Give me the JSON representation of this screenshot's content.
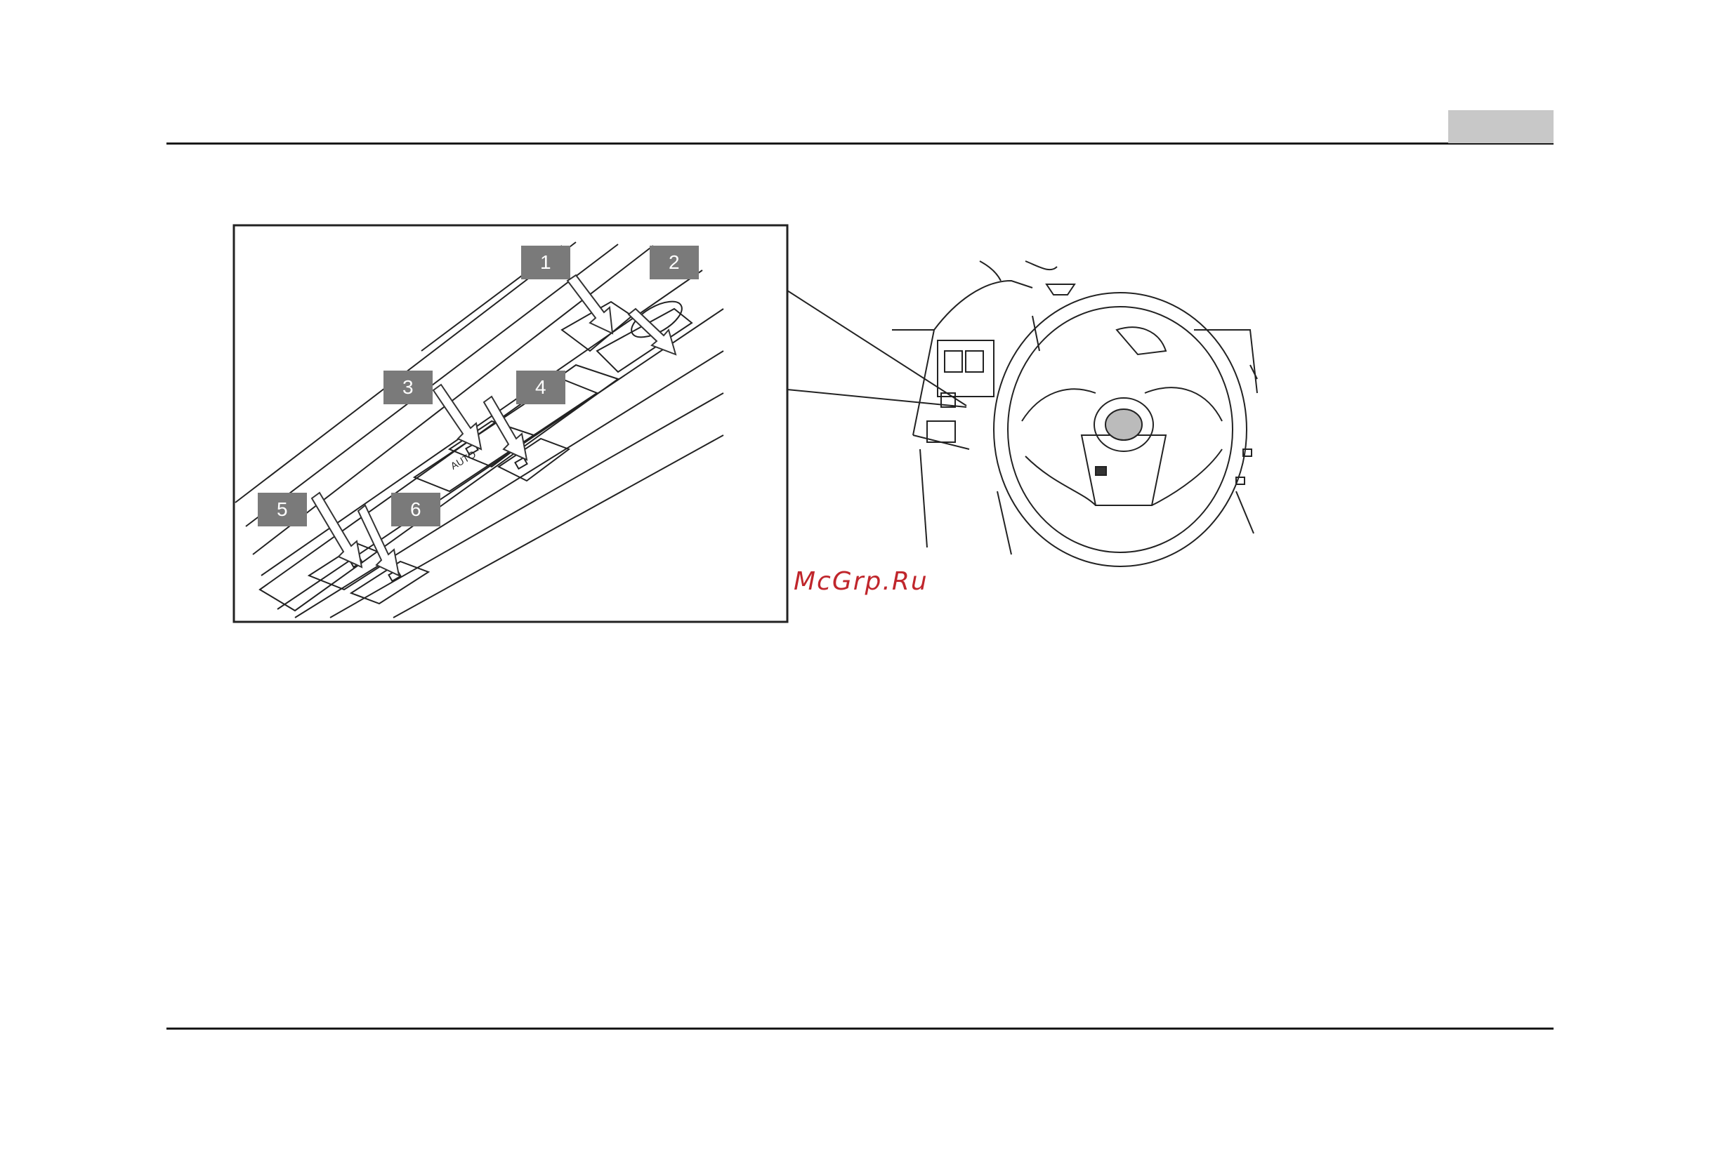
{
  "header": {
    "tab_color": "#c8c8c8"
  },
  "figure": {
    "callouts": [
      "1",
      "2",
      "3",
      "4",
      "5",
      "6"
    ],
    "switch_text": "AUTO"
  },
  "watermark": {
    "text": "McGrp.Ru",
    "color": "#c0262c"
  }
}
